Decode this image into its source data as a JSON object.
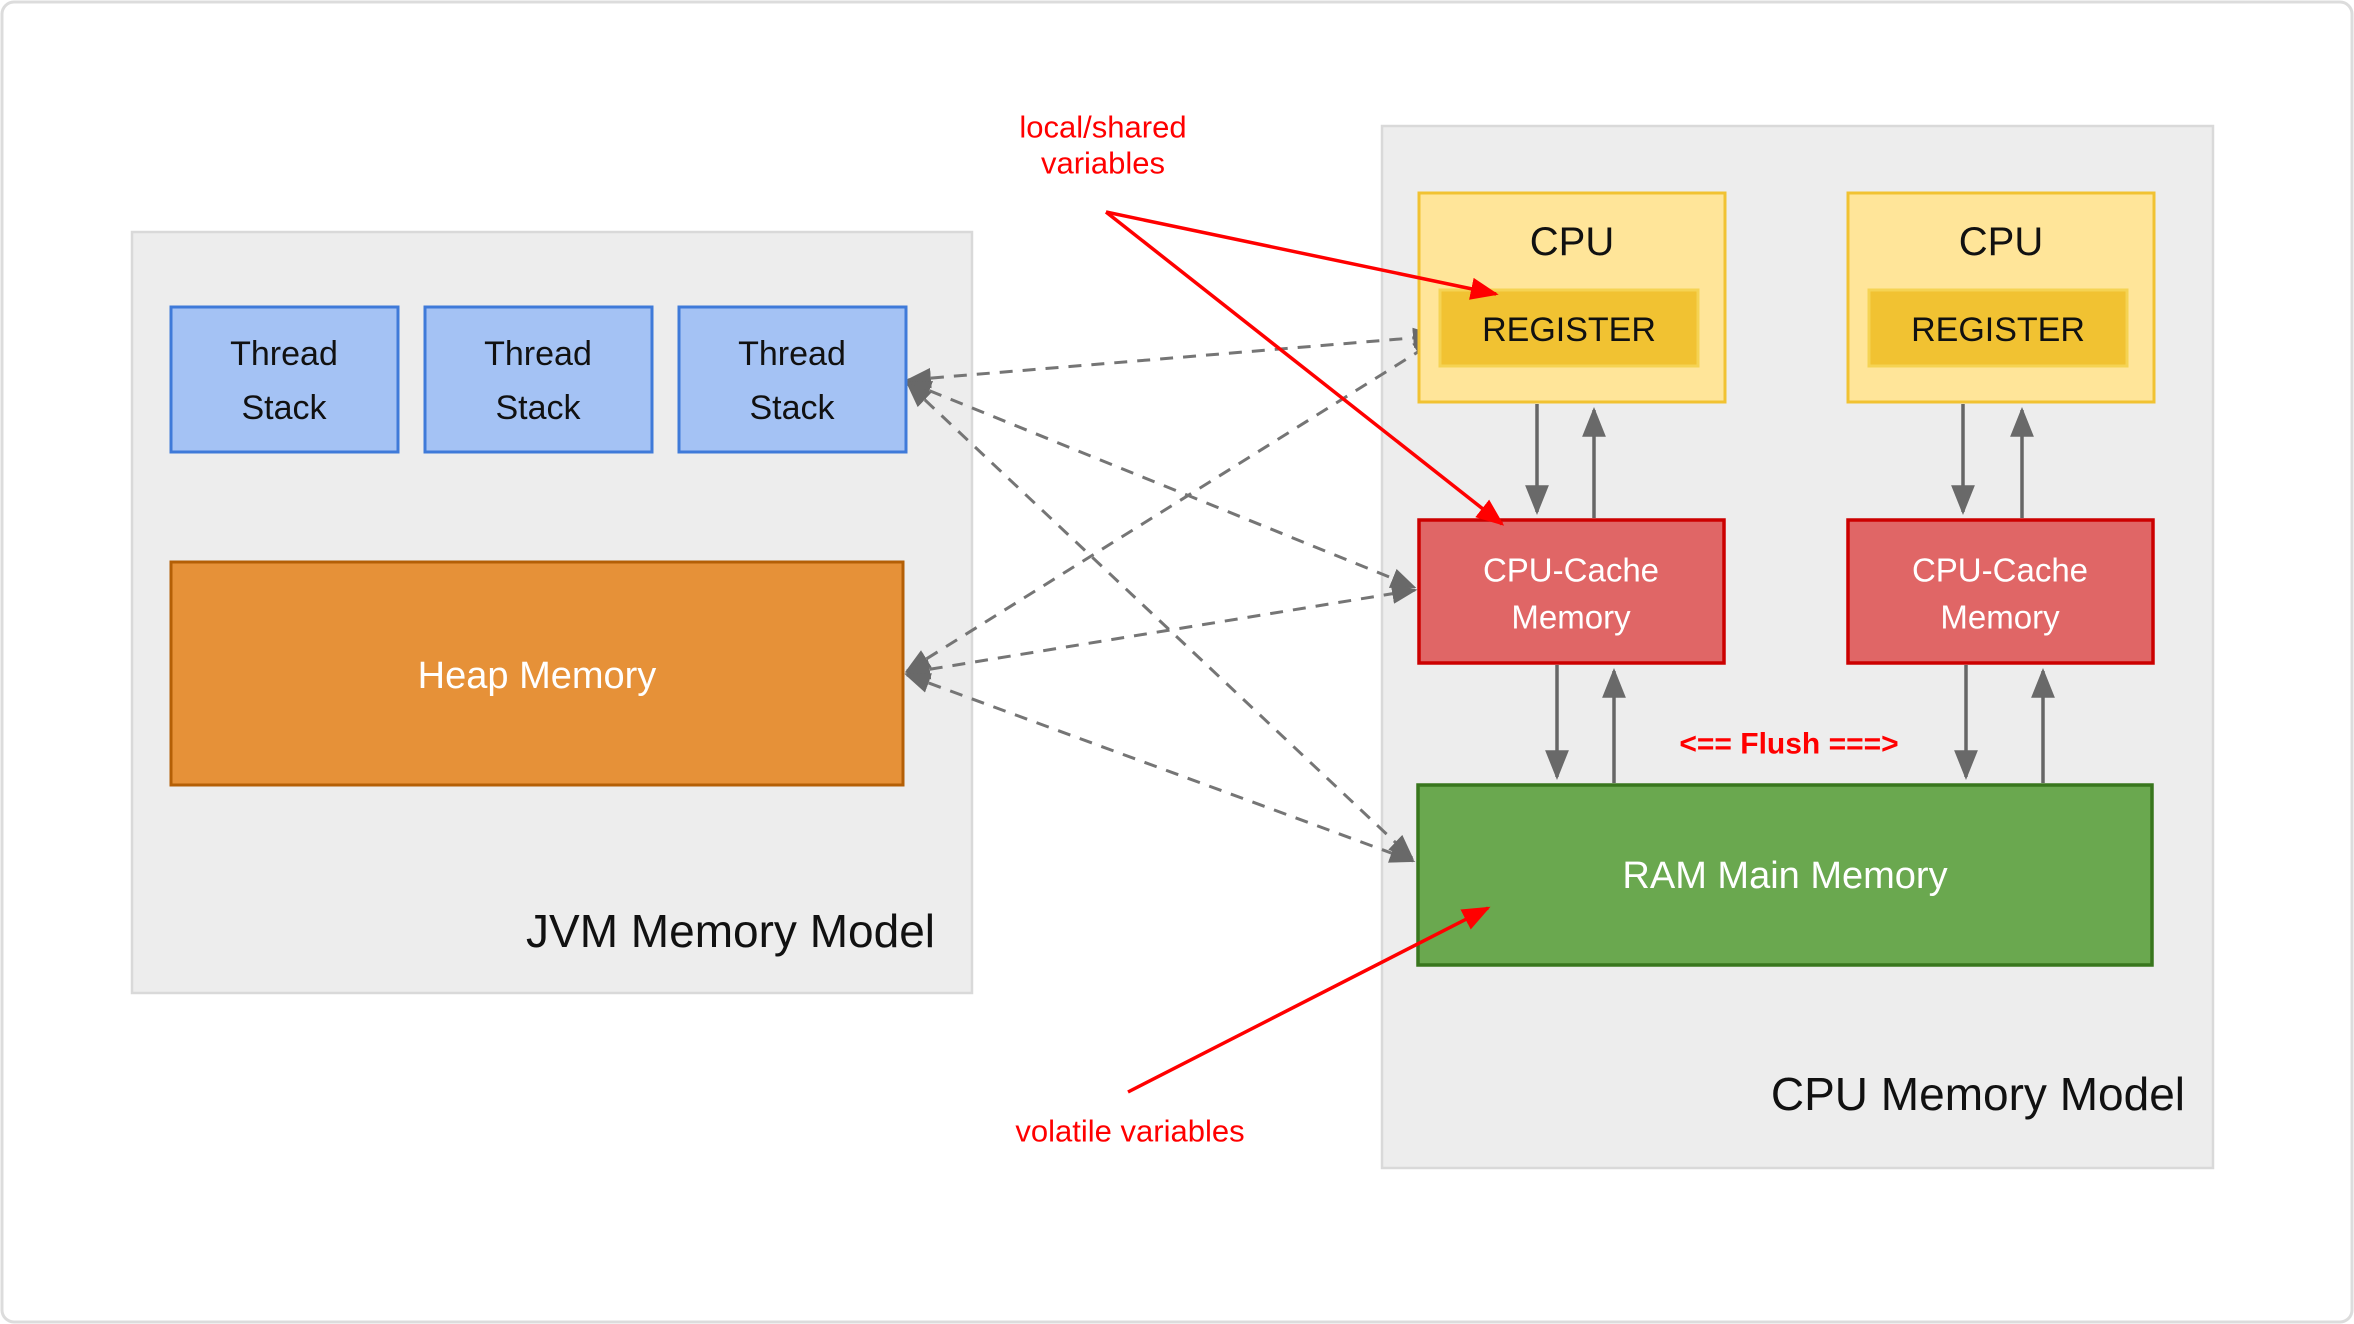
{
  "diagram": {
    "jvm": {
      "label": "JVM Memory Model",
      "thread_stacks": [
        {
          "line1": "Thread",
          "line2": "Stack"
        },
        {
          "line1": "Thread",
          "line2": "Stack"
        },
        {
          "line1": "Thread",
          "line2": "Stack"
        }
      ],
      "heap_label": "Heap Memory"
    },
    "cpu_model": {
      "label": "CPU Memory Model",
      "cpus": [
        {
          "cpu_label": "CPU",
          "register_label": "REGISTER"
        },
        {
          "cpu_label": "CPU",
          "register_label": "REGISTER"
        }
      ],
      "cache_line1": "CPU-Cache",
      "cache_line2": "Memory",
      "ram_label": "RAM Main Memory",
      "flush_label": "<== Flush ===>"
    },
    "annotations": {
      "local_shared_line1": "local/shared",
      "local_shared_line2": "variables",
      "volatile_label": "volatile variables"
    }
  },
  "colors": {
    "canvas_bg": "#FFFFFF",
    "canvas_border": "#DCDCDC",
    "container_fill": "#EDEDED",
    "container_stroke": "#D9D9D9",
    "thread_fill": "#A4C2F4",
    "thread_stroke": "#3F7AD9",
    "heap_fill": "#E69138",
    "heap_stroke": "#B45F06",
    "cpu_fill": "#FFE599",
    "cpu_stroke": "#F1C232",
    "register_fill": "#F1C232",
    "register_stroke": "#F5D353",
    "cache_fill": "#E06666",
    "cache_stroke": "#CC0000",
    "ram_fill": "#6AA84F",
    "ram_stroke": "#38761D",
    "dashed_arrow": "#757575",
    "solid_arrow": "#666666",
    "annotation_red": "#FF0000",
    "text_black": "#111111",
    "text_white": "#FFFFFF"
  }
}
